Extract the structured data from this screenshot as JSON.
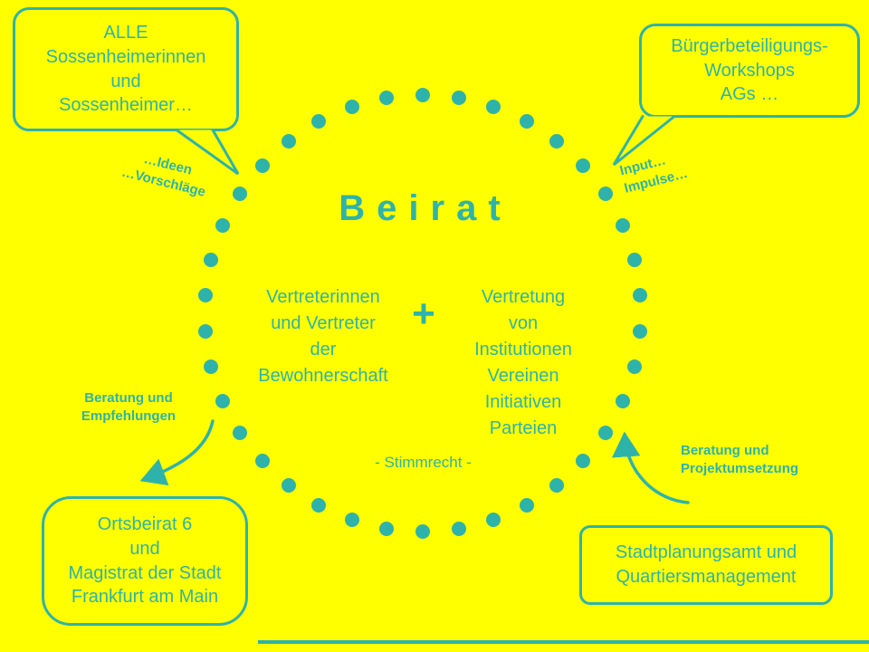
{
  "colors": {
    "background": "#ffff00",
    "teal": "#2eb3ab"
  },
  "title": "Beirat",
  "circle": {
    "left_column": "Vertreterinnen\nund Vertreter\nder\nBewohnerschaft",
    "plus": "+",
    "right_column": "Vertretung\nvon\nInstitutionen\nVereinen\nInitiativen\nParteien",
    "bottom_note": "- Stimmrecht -"
  },
  "bubbles": {
    "top_left": "ALLE\nSossenheimerinnen\nund\nSossenheimer…",
    "top_right": "Bürgerbeteiligungs-\nWorkshops\nAGs …",
    "bottom_left": "Ortsbeirat 6\nund\nMagistrat der Stadt\nFrankfurt am Main",
    "bottom_right": "Stadtplanungsamt und\nQuartiersmanagement"
  },
  "labels": {
    "ideas": "…Ideen\n…Vorschläge",
    "input": "Input…\nImpulse…",
    "advice_left": "Beratung und\nEmpfehlungen",
    "advice_right": "Beratung und\nProjektumsetzung"
  }
}
